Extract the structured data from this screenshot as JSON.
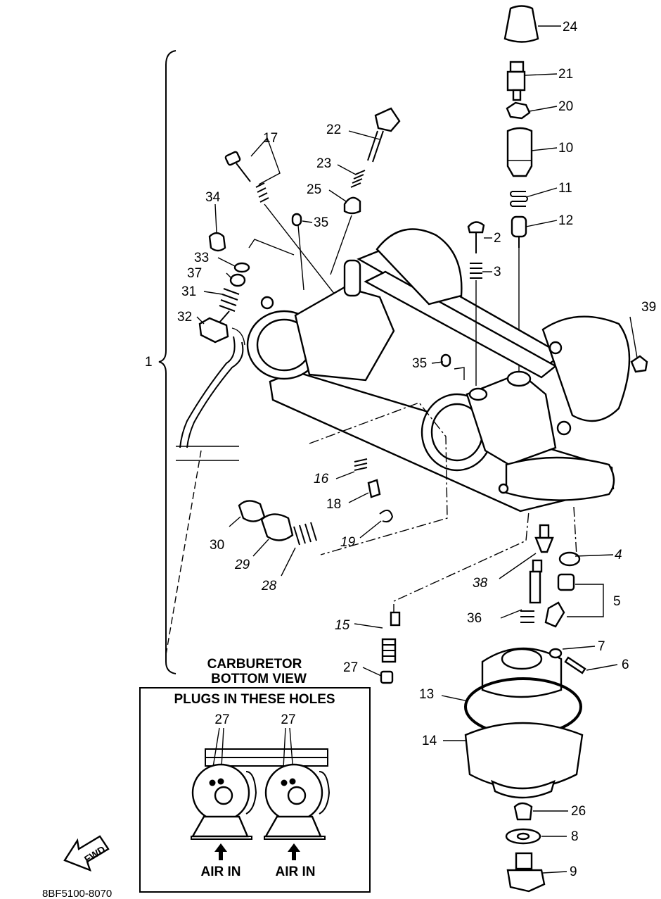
{
  "parts": [
    {
      "num": "24"
    },
    {
      "num": "21"
    },
    {
      "num": "20"
    },
    {
      "num": "10"
    },
    {
      "num": "11"
    },
    {
      "num": "12"
    },
    {
      "num": "22"
    },
    {
      "num": "23"
    },
    {
      "num": "25"
    },
    {
      "num": "17"
    },
    {
      "num": "34"
    },
    {
      "num": "35"
    },
    {
      "num": "33"
    },
    {
      "num": "37"
    },
    {
      "num": "31"
    },
    {
      "num": "32"
    },
    {
      "num": "2"
    },
    {
      "num": "3"
    },
    {
      "num": "39"
    },
    {
      "num": "1"
    },
    {
      "num": "35"
    },
    {
      "num": "16"
    },
    {
      "num": "18"
    },
    {
      "num": "19"
    },
    {
      "num": "30"
    },
    {
      "num": "29"
    },
    {
      "num": "28"
    },
    {
      "num": "4"
    },
    {
      "num": "5"
    },
    {
      "num": "38"
    },
    {
      "num": "36"
    },
    {
      "num": "15"
    },
    {
      "num": "27"
    },
    {
      "num": "7"
    },
    {
      "num": "6"
    },
    {
      "num": "13"
    },
    {
      "num": "14"
    },
    {
      "num": "26"
    },
    {
      "num": "8"
    },
    {
      "num": "9"
    }
  ],
  "bottom_view": {
    "title_line1": "CARBURETOR",
    "title_line2": "BOTTOM VIEW",
    "box_heading": "PLUGS IN THESE HOLES",
    "plug_labels": [
      "27",
      "27"
    ],
    "air_labels": [
      "AIR IN",
      "AIR IN"
    ]
  },
  "direction_label": "FWD",
  "drawing_code": "8BF5100-8070"
}
